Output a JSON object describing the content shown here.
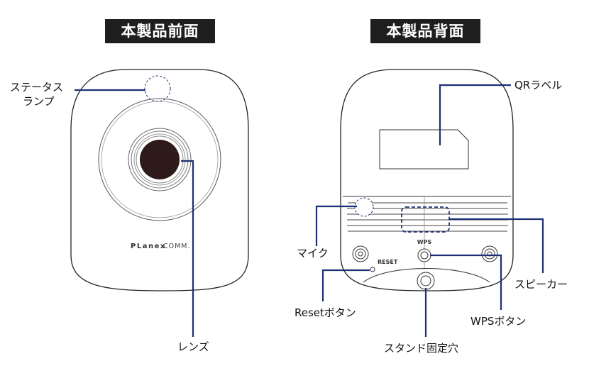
{
  "front": {
    "title": "本製品前面",
    "status_lamp_line1": "ステータス",
    "status_lamp_line2": "ランプ",
    "lens": "レンズ",
    "brand_bold": "PLanex",
    "brand_light": "COMM."
  },
  "back": {
    "title": "本製品背面",
    "qr_label": "QRラベル",
    "mic": "マイク",
    "speaker": "スピーカー",
    "reset_button": "Resetボタン",
    "wps_button": "WPSボタン",
    "stand_hole": "スタンド固定穴",
    "reset_print": "RESET",
    "wps_print": "WPS"
  },
  "colors": {
    "callout": "#1f2f73",
    "outline": "#222222",
    "title_bg": "#1e1e1e"
  }
}
